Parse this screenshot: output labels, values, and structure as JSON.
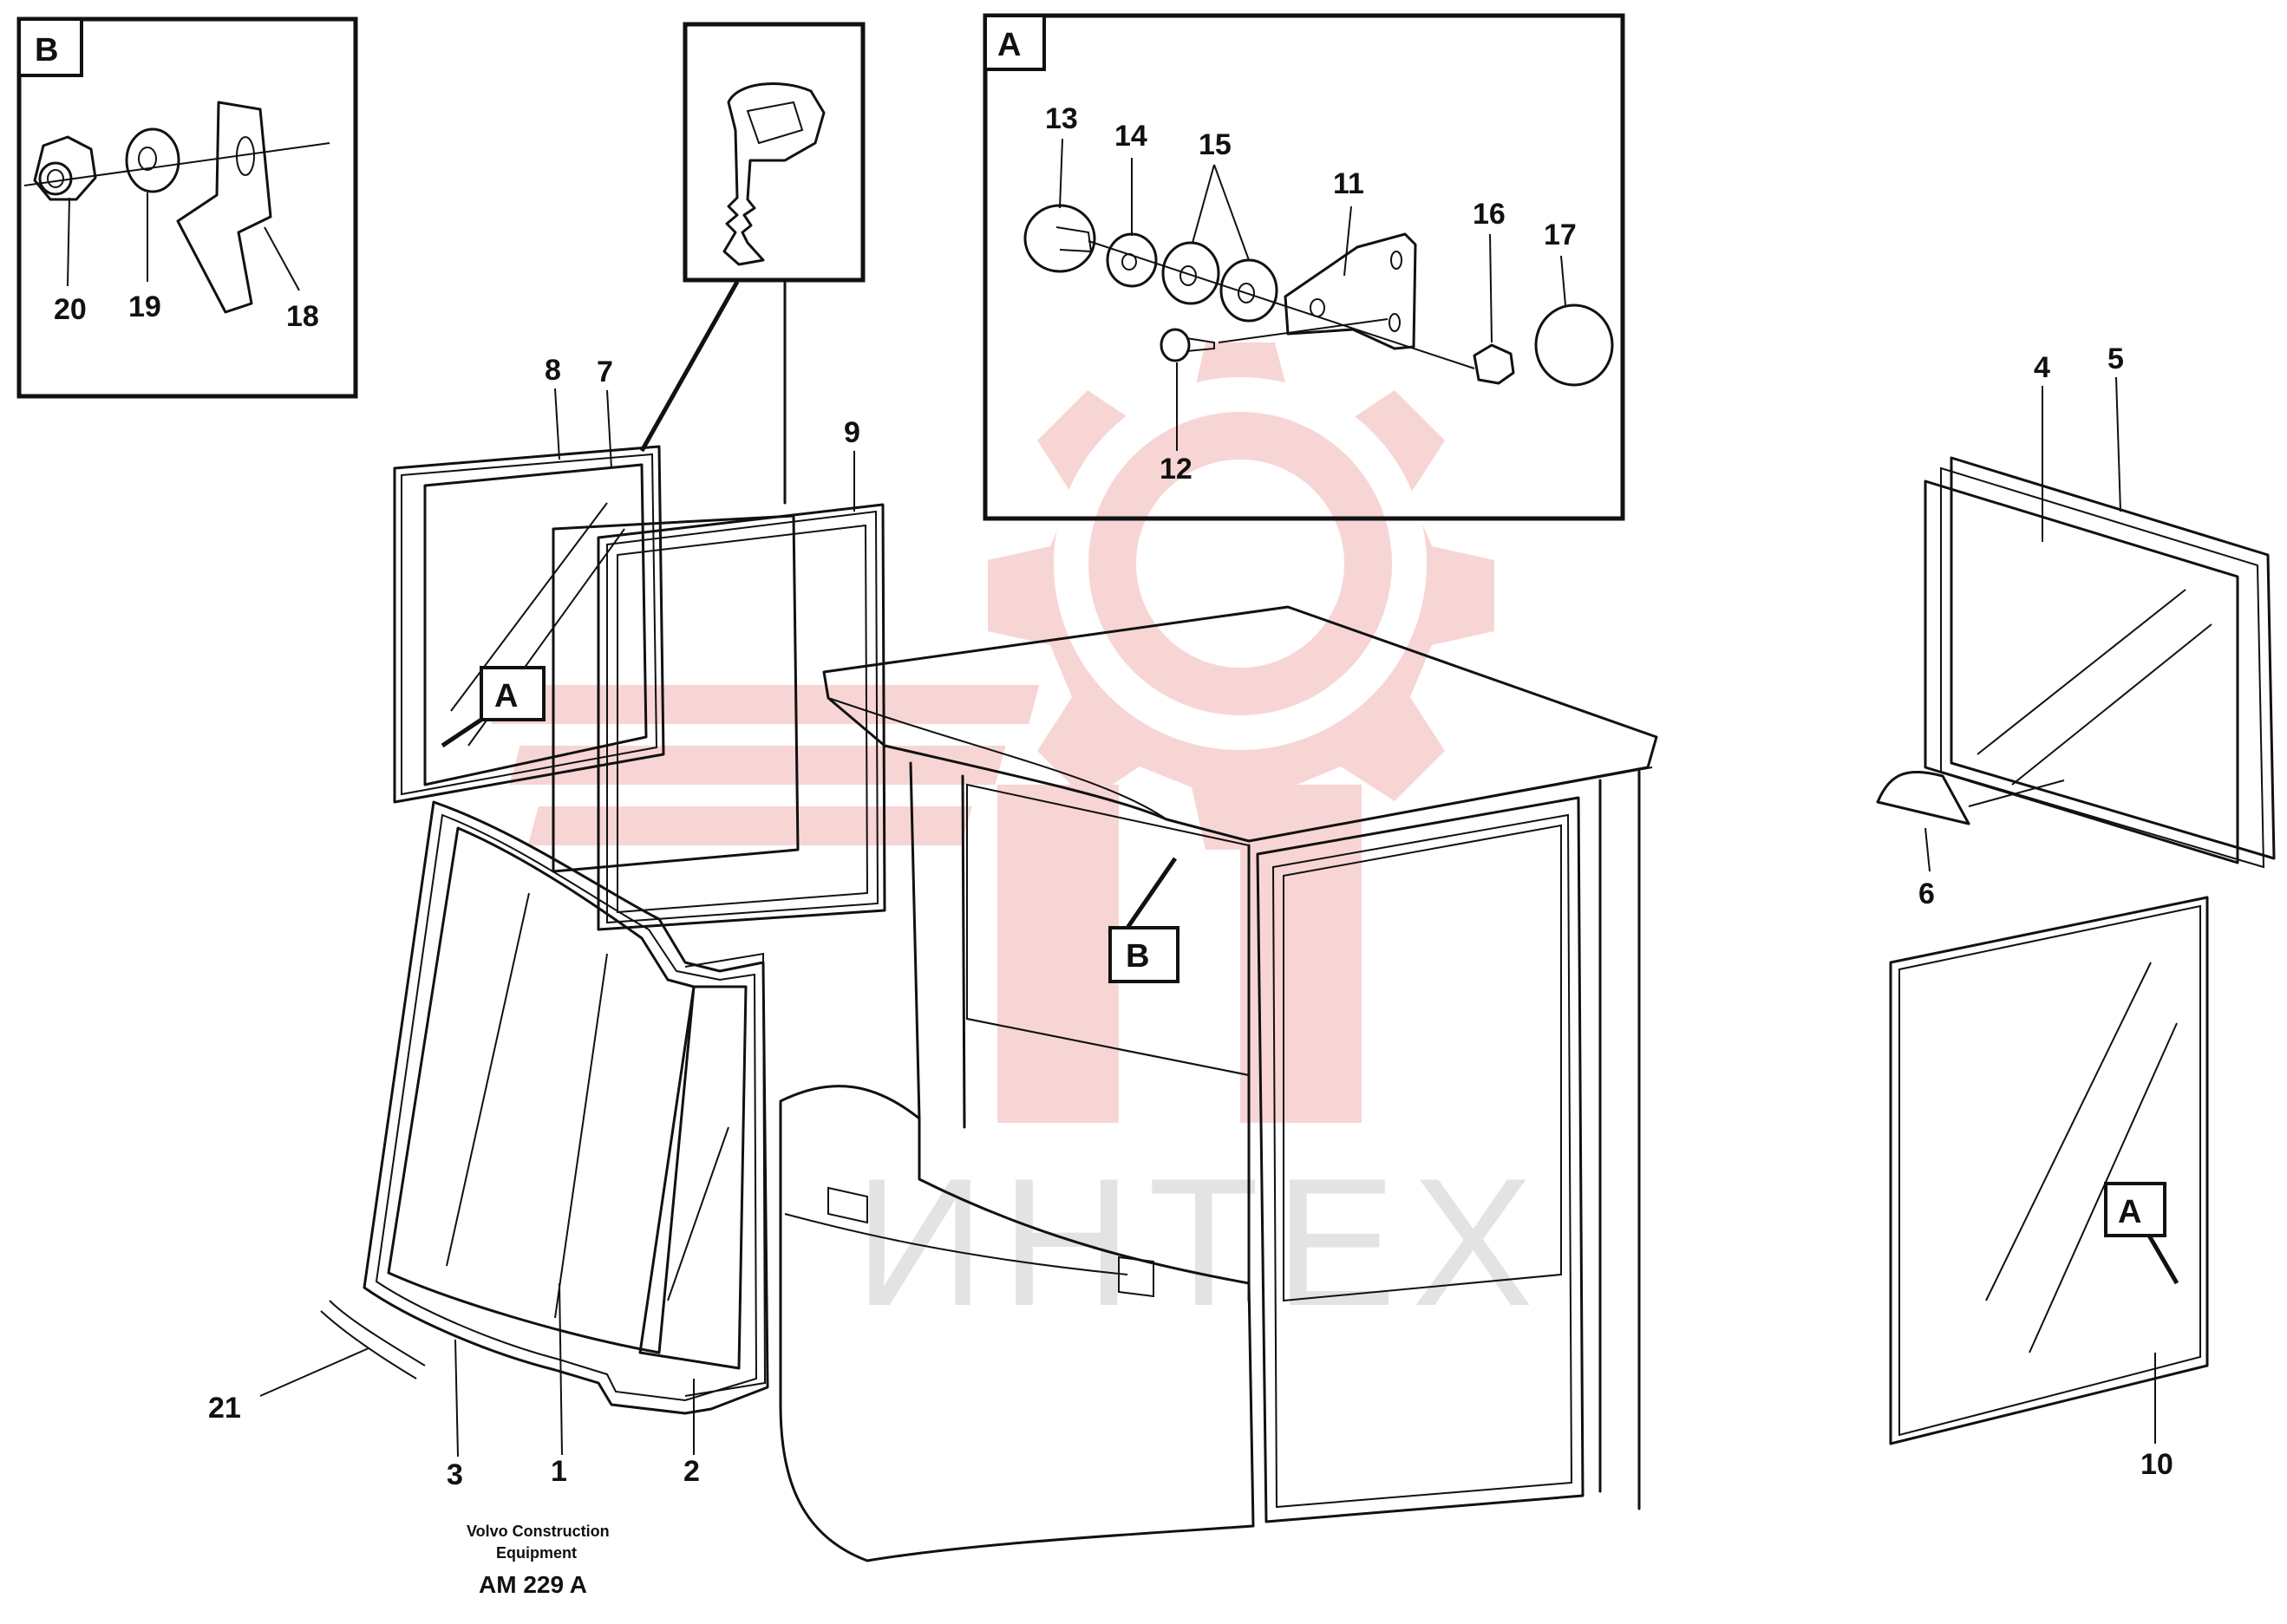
{
  "diagram": {
    "part_labels": [
      "1",
      "2",
      "3",
      "4",
      "5",
      "6",
      "7",
      "8",
      "9",
      "10",
      "11",
      "12",
      "13",
      "14",
      "15",
      "16",
      "17",
      "18",
      "19",
      "20",
      "21"
    ],
    "detail_boxes": {
      "a": "A",
      "b": "B"
    },
    "watermark": "ИНТЕХ",
    "footer": {
      "line1": "Volvo Construction",
      "line2": "Equipment",
      "code": "AM 229 A"
    },
    "colors": {
      "ink": "#111111",
      "watermark_red": "#f6c9c9",
      "watermark_grey": "#e3e3e3"
    }
  }
}
